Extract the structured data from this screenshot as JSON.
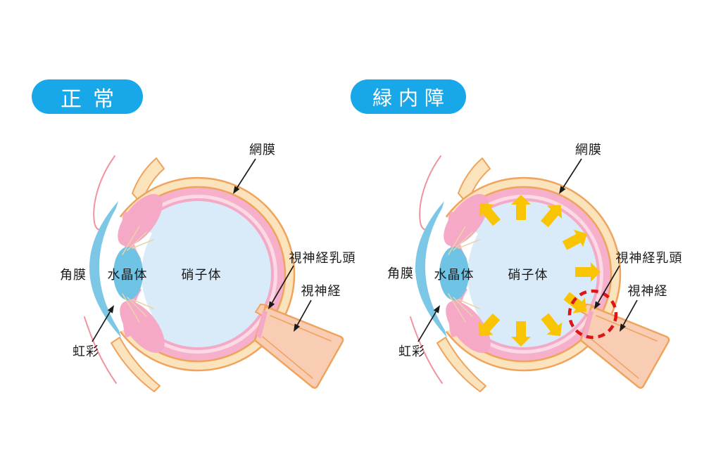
{
  "diagrams": [
    {
      "id": "normal",
      "title": "正常",
      "labels": {
        "retina": "網膜",
        "cornea": "角膜",
        "lens": "水晶体",
        "vitreous": "硝子体",
        "optic_disc": "視神経乳頭",
        "optic_nerve": "視神経",
        "iris": "虹彩"
      },
      "pressure_arrows": false,
      "disc_highlight": false
    },
    {
      "id": "glaucoma",
      "title": "緑内障",
      "labels": {
        "retina": "網膜",
        "cornea": "角膜",
        "lens": "水晶体",
        "vitreous": "硝子体",
        "optic_disc": "視神経乳頭",
        "optic_nerve": "視神経",
        "iris": "虹彩"
      },
      "pressure_arrows": true,
      "disc_highlight": true
    }
  ],
  "colors": {
    "title_pill": "#18A8E9",
    "title_text": "#FFFFFF",
    "label_text": "#1A1A1A",
    "sclera_fill": "#FBE3BB",
    "sclera_outline": "#F0A35C",
    "choroid_pink": "#F6B0CC",
    "retina_light_pink": "#FBD9E5",
    "retina_pink": "#F4A9C7",
    "vitreous_blue": "#D9EBF8",
    "lens_blue": "#6FC3E4",
    "cornea_blue": "#7CC7E5",
    "iris_pink": "#F5A9C6",
    "optic_nerve_fill": "#F8CDB3",
    "zonule": "#E9D5A5",
    "eyelid_line": "#F0939F",
    "pressure_arrow": "#F9C404",
    "disc_circle_red": "#DD1515",
    "annotation_arrow": "#1A1A1A"
  }
}
